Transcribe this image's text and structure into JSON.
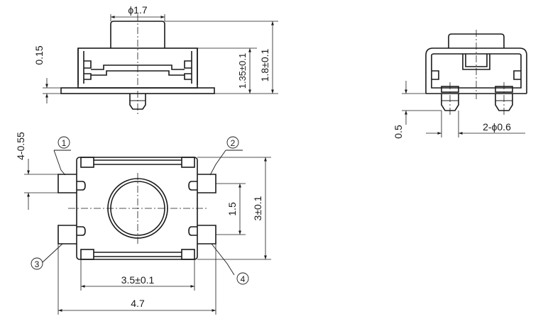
{
  "dimensions": {
    "stem_diameter": "ϕ1.7",
    "base_plate_thickness": "0.15",
    "body_height": "1.35±0.1",
    "total_height": "1.8±0.1",
    "leg_width": "4-0.55",
    "pin_pitch": "1.5",
    "body_width_vertical": "3±0.1",
    "body_width": "3.5±0.1",
    "overall_length": "4.7",
    "post_offset": "0.5",
    "post_diameter": "2-ϕ0.6"
  },
  "pins": [
    "1",
    "2",
    "3",
    "4"
  ]
}
